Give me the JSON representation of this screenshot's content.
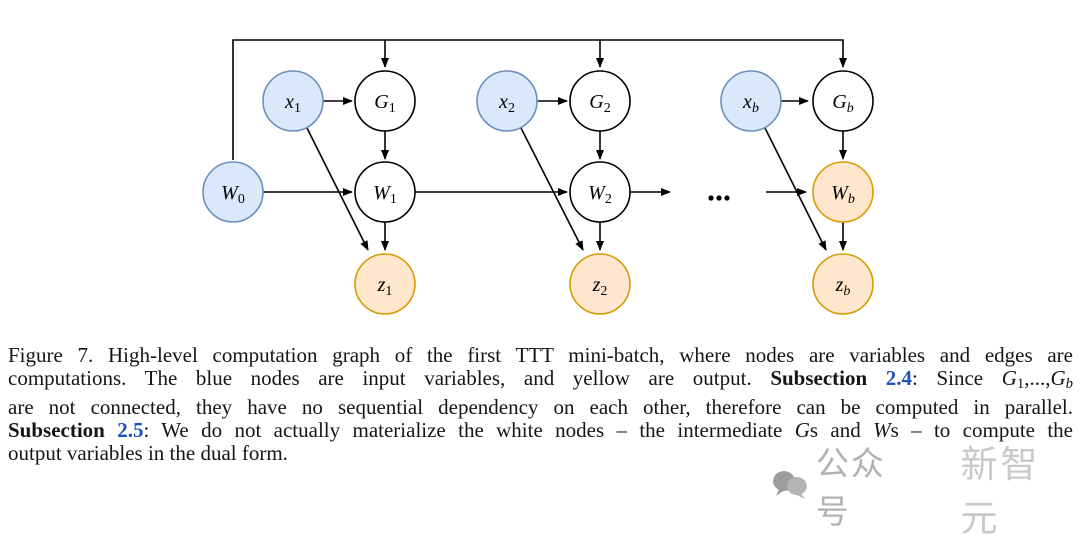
{
  "figure": {
    "nodes": {
      "w0": {
        "main": "W",
        "sub": "0",
        "role": "input"
      },
      "x1": {
        "main": "x",
        "sub": "1",
        "role": "input"
      },
      "g1": {
        "main": "G",
        "sub": "1",
        "role": "intermediate"
      },
      "w1": {
        "main": "W",
        "sub": "1",
        "role": "intermediate"
      },
      "z1": {
        "main": "z",
        "sub": "1",
        "role": "output"
      },
      "x2": {
        "main": "x",
        "sub": "2",
        "role": "input"
      },
      "g2": {
        "main": "G",
        "sub": "2",
        "role": "intermediate"
      },
      "w2": {
        "main": "W",
        "sub": "2",
        "role": "intermediate"
      },
      "z2": {
        "main": "z",
        "sub": "2",
        "role": "output"
      },
      "xb": {
        "main": "x",
        "sub": "b",
        "role": "input"
      },
      "gb": {
        "main": "G",
        "sub": "b",
        "role": "intermediate"
      },
      "wb": {
        "main": "W",
        "sub": "b",
        "role": "output"
      },
      "zb": {
        "main": "z",
        "sub": "b",
        "role": "output"
      }
    },
    "ellipsis": "...",
    "edges": [
      "W0->G1",
      "W0->G2",
      "W0->Gb",
      "W0->W1",
      "x1->G1",
      "x1->z1",
      "G1->W1",
      "W1->z1",
      "W1->W2",
      "x2->G2",
      "x2->z2",
      "G2->W2",
      "W2->z2",
      "W2->...",
      "...->Wb",
      "xb->Gb",
      "xb->zb",
      "Gb->Wb",
      "Wb->zb"
    ],
    "colors": {
      "input_fill": "#dae8fc",
      "input_stroke": "#6c8ebf",
      "output_fill": "#ffe6cc",
      "output_stroke": "#d79b00",
      "intermediate_fill": "#ffffff",
      "intermediate_stroke": "#000000",
      "edge": "#000000"
    }
  },
  "caption": {
    "link_color": "#2052be",
    "lines": [
      {
        "justify": true,
        "segments": [
          {
            "t": "Figure 7. High-level computation graph of the first TTT mini-batch, where nodes are variables and edges are",
            "c": ""
          }
        ]
      },
      {
        "justify": true,
        "segments": [
          {
            "t": "computations. The blue nodes are input variables, and yellow are output. ",
            "c": ""
          },
          {
            "t": "Subsection ",
            "c": "b"
          },
          {
            "t": "2.4",
            "c": "lk"
          },
          {
            "t": ": Since ",
            "c": ""
          },
          {
            "t": "G",
            "c": "i"
          },
          {
            "t": "1",
            "c": "sub"
          },
          {
            "t": ",...,",
            "c": ""
          },
          {
            "t": "G",
            "c": "i"
          },
          {
            "t": "b",
            "c": "isub"
          }
        ]
      },
      {
        "justify": true,
        "segments": [
          {
            "t": "are not connected, they have no sequential dependency on each other, therefore can be computed in parallel.",
            "c": ""
          }
        ]
      },
      {
        "justify": true,
        "segments": [
          {
            "t": "Subsection ",
            "c": "b"
          },
          {
            "t": "2.5",
            "c": "lk"
          },
          {
            "t": ": We do not actually materialize the white nodes – the intermediate ",
            "c": ""
          },
          {
            "t": "G",
            "c": "i"
          },
          {
            "t": "s and ",
            "c": ""
          },
          {
            "t": "W",
            "c": "i"
          },
          {
            "t": "s – to compute the",
            "c": ""
          }
        ]
      },
      {
        "justify": false,
        "segments": [
          {
            "t": "output variables in the dual form.",
            "c": ""
          }
        ]
      }
    ]
  },
  "watermark": {
    "icon": "chat-bubbles-icon",
    "account_label": "公众号",
    "brand": "新智元"
  }
}
